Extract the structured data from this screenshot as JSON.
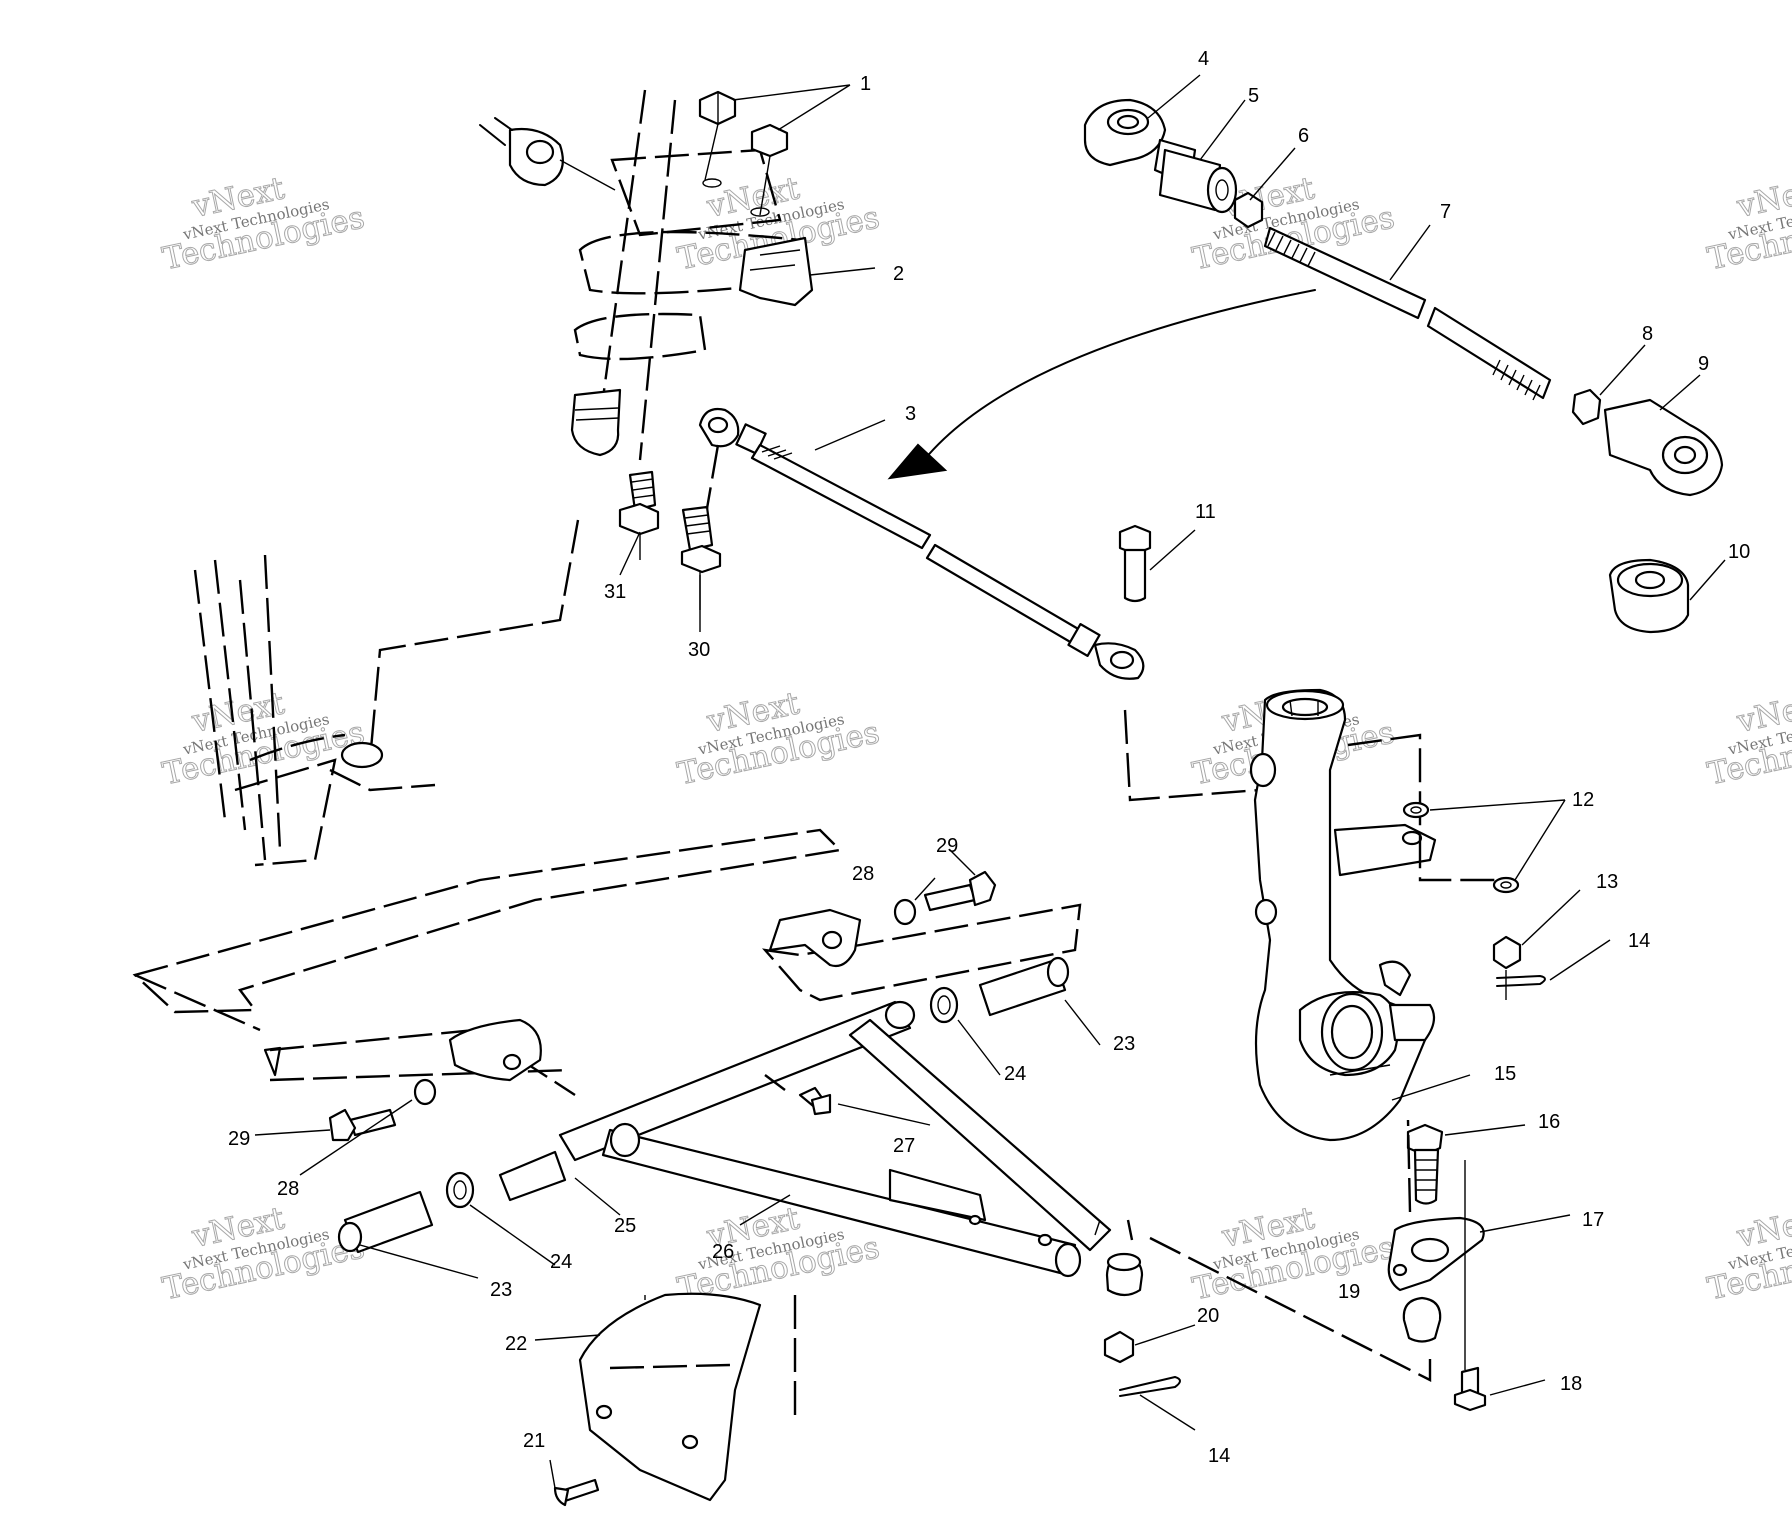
{
  "diagram": {
    "type": "exploded-parts-diagram",
    "callouts": [
      "1",
      "2",
      "3",
      "4",
      "5",
      "6",
      "7",
      "8",
      "9",
      "10",
      "11",
      "12",
      "13",
      "14",
      "14",
      "15",
      "16",
      "17",
      "18",
      "19",
      "20",
      "21",
      "22",
      "23",
      "23",
      "24",
      "24",
      "25",
      "26",
      "27",
      "28",
      "28",
      "29",
      "29",
      "30",
      "31"
    ],
    "watermark": {
      "brand": "vNext",
      "company": "vNext Technologies",
      "word": "Technologies"
    }
  }
}
